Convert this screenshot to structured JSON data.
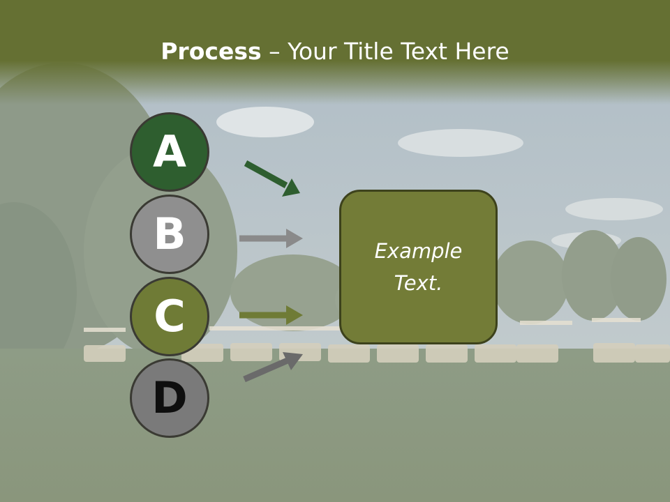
{
  "slide": {
    "title_bold": "Process",
    "title_rest": " – Your Title Text Here",
    "steps": [
      {
        "letter": "A",
        "color": "#2e5e2f",
        "arrow_color": "#2e5e2f"
      },
      {
        "letter": "B",
        "color": "#8f8f8f",
        "arrow_color": "#8a8a8a"
      },
      {
        "letter": "C",
        "color": "#6f7b36",
        "arrow_color": "#6f7b36"
      },
      {
        "letter": "D",
        "color": "#7a7a7a",
        "arrow_color": "#6a6a6a"
      }
    ],
    "box_text": "Example Text.",
    "colors": {
      "title_band": "#657033",
      "box_fill": "#737c37",
      "box_border": "#3d421c"
    },
    "background": "golf course with carts under a blue sky (faded)"
  }
}
